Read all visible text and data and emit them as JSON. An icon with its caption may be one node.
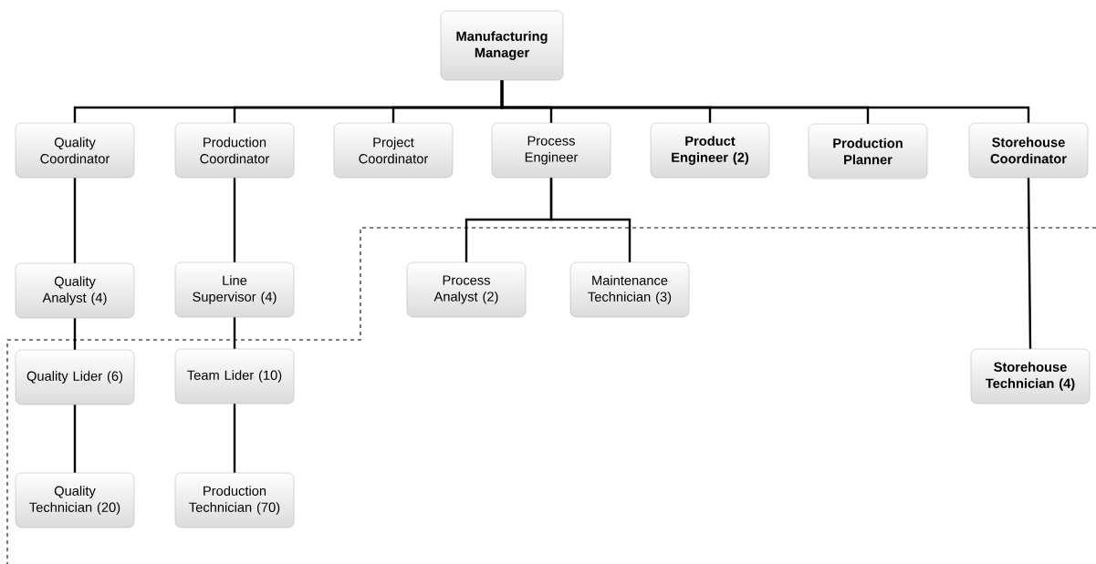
{
  "diagram": {
    "nodes": [
      {
        "text": [
          "Manufacturing Manager"
        ]
      },
      {
        "text": [
          "Quality Coordinator"
        ]
      },
      {
        "text": [
          "Production Coordinator"
        ]
      },
      {
        "text": [
          "Project Coordinator"
        ]
      },
      {
        "text": [
          "Process Engineer"
        ]
      },
      {
        "text": [
          "Product Engineer (2)"
        ]
      },
      {
        "text": [
          "Production Planner"
        ]
      },
      {
        "text": [
          "Storehouse Coordinator"
        ]
      },
      {
        "text": [
          "Quality Analyst (4)"
        ]
      },
      {
        "text": [
          "Line Supervisor (4)"
        ]
      },
      {
        "text": [
          "Process Analyst (2)"
        ]
      },
      {
        "text": [
          "Maintenance Technician (3)"
        ]
      },
      {
        "text": [
          "Quality Lider (6)"
        ]
      },
      {
        "text": [
          "Team Lider (10)"
        ]
      },
      {
        "text": [
          "Storehouse Technician (4)"
        ]
      },
      {
        "text": [
          "Quality Technician (20)"
        ]
      },
      {
        "text": [
          "Production Technician (70)"
        ]
      }
    ],
    "edges": [
      {
        "from": 0,
        "to": 1,
        "arrow": "none"
      },
      {
        "from": 0,
        "to": 2,
        "arrow": "none"
      },
      {
        "from": 0,
        "to": 3,
        "arrow": "none"
      },
      {
        "from": 0,
        "to": 4,
        "arrow": "none"
      },
      {
        "from": 0,
        "to": 5,
        "arrow": "none"
      },
      {
        "from": 0,
        "to": 6,
        "arrow": "none"
      },
      {
        "from": 0,
        "to": 7,
        "arrow": "none"
      },
      {
        "from": 1,
        "to": 8,
        "arrow": "none"
      },
      {
        "from": 2,
        "to": 9,
        "arrow": "none"
      },
      {
        "from": 4,
        "to": 10,
        "arrow": "none"
      },
      {
        "from": 4,
        "to": 11,
        "arrow": "none"
      },
      {
        "from": 8,
        "to": 12,
        "arrow": "none"
      },
      {
        "from": 9,
        "to": 13,
        "arrow": "none"
      },
      {
        "from": 7,
        "to": 14,
        "arrow": "none"
      },
      {
        "from": 12,
        "to": 15,
        "arrow": "none"
      },
      {
        "from": 13,
        "to": 16,
        "arrow": "none"
      }
    ]
  }
}
